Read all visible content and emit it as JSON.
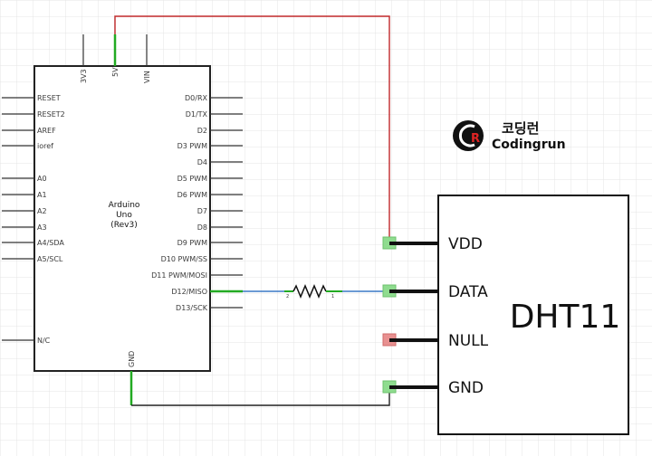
{
  "arduino": {
    "title_lines": [
      "Arduino",
      "Uno",
      "(Rev3)"
    ],
    "top_pins": [
      "3V3",
      "5V",
      "VIN"
    ],
    "bottom_pin": "GND",
    "left_pins": [
      "RESET",
      "RESET2",
      "AREF",
      "ioref",
      "A0",
      "A1",
      "A2",
      "A3",
      "A4/SDA",
      "A5/SCL",
      "N/C"
    ],
    "right_pins": [
      "D0/RX",
      "D1/TX",
      "D2",
      "D3 PWM",
      "D4",
      "D5 PWM",
      "D6 PWM",
      "D7",
      "D8",
      "D9 PWM",
      "D10 PWM/SS",
      "D11 PWM/MOSI",
      "D12/MISO",
      "D13/SCK"
    ]
  },
  "sensor": {
    "name": "DHT11",
    "pins": [
      "VDD",
      "DATA",
      "NULL",
      "GND"
    ]
  },
  "resistor": {
    "end_labels": [
      "2",
      "1"
    ]
  },
  "logo": {
    "mark": "CR",
    "korean": "코딩런",
    "english": "Codingrun"
  },
  "colors": {
    "wire_power": "#c0282a",
    "wire_signal": "#3a78c6",
    "wire_ground": "#222222",
    "pin_connected": "#22aa22",
    "pin_unconnected": "#d44444",
    "grid": "#e4e4e4"
  }
}
